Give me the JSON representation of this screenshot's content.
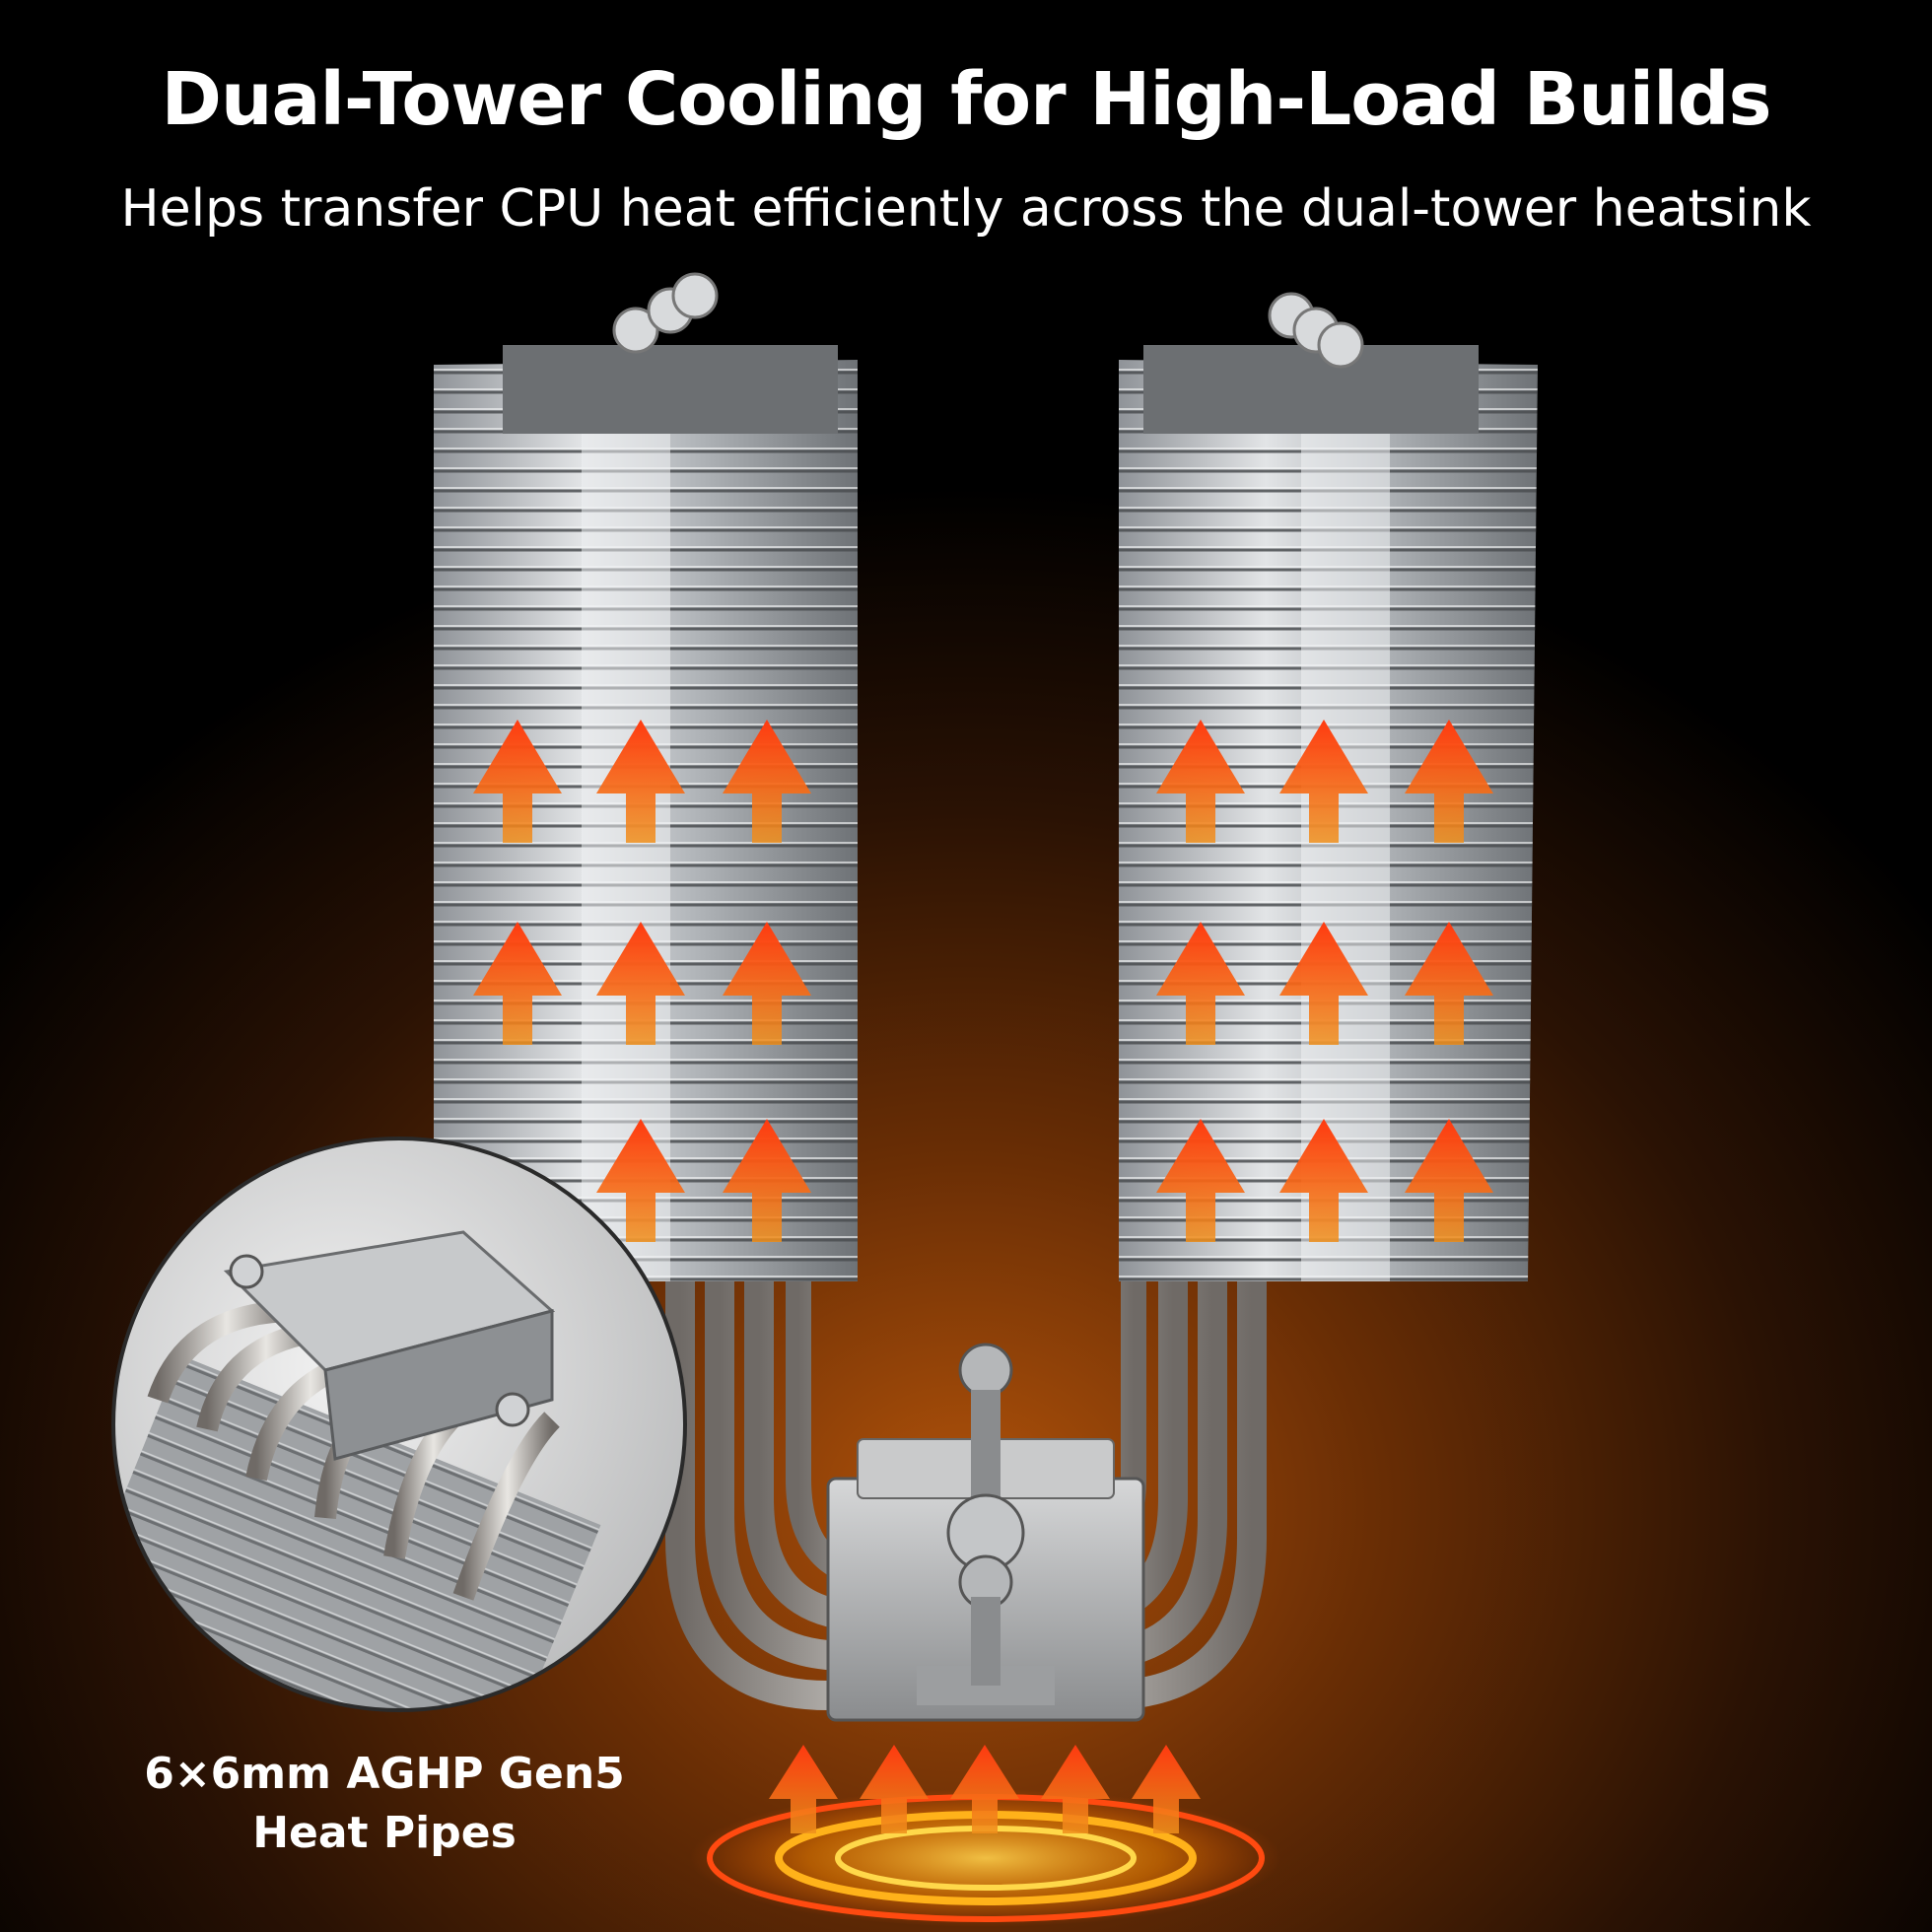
{
  "header": {
    "title": "Dual-Tower Cooling for High-Load Builds",
    "subtitle": "Helps transfer CPU heat efficiently across the dual-tower heatsink"
  },
  "callout": {
    "line1": "6×6mm AGHP Gen5",
    "line2": "Heat Pipes"
  },
  "colors": {
    "arrow_top": "#ff3a10",
    "arrow_bottom": "#f0901c",
    "fin": "#c9ccd0",
    "glow": "#ff8a00"
  }
}
